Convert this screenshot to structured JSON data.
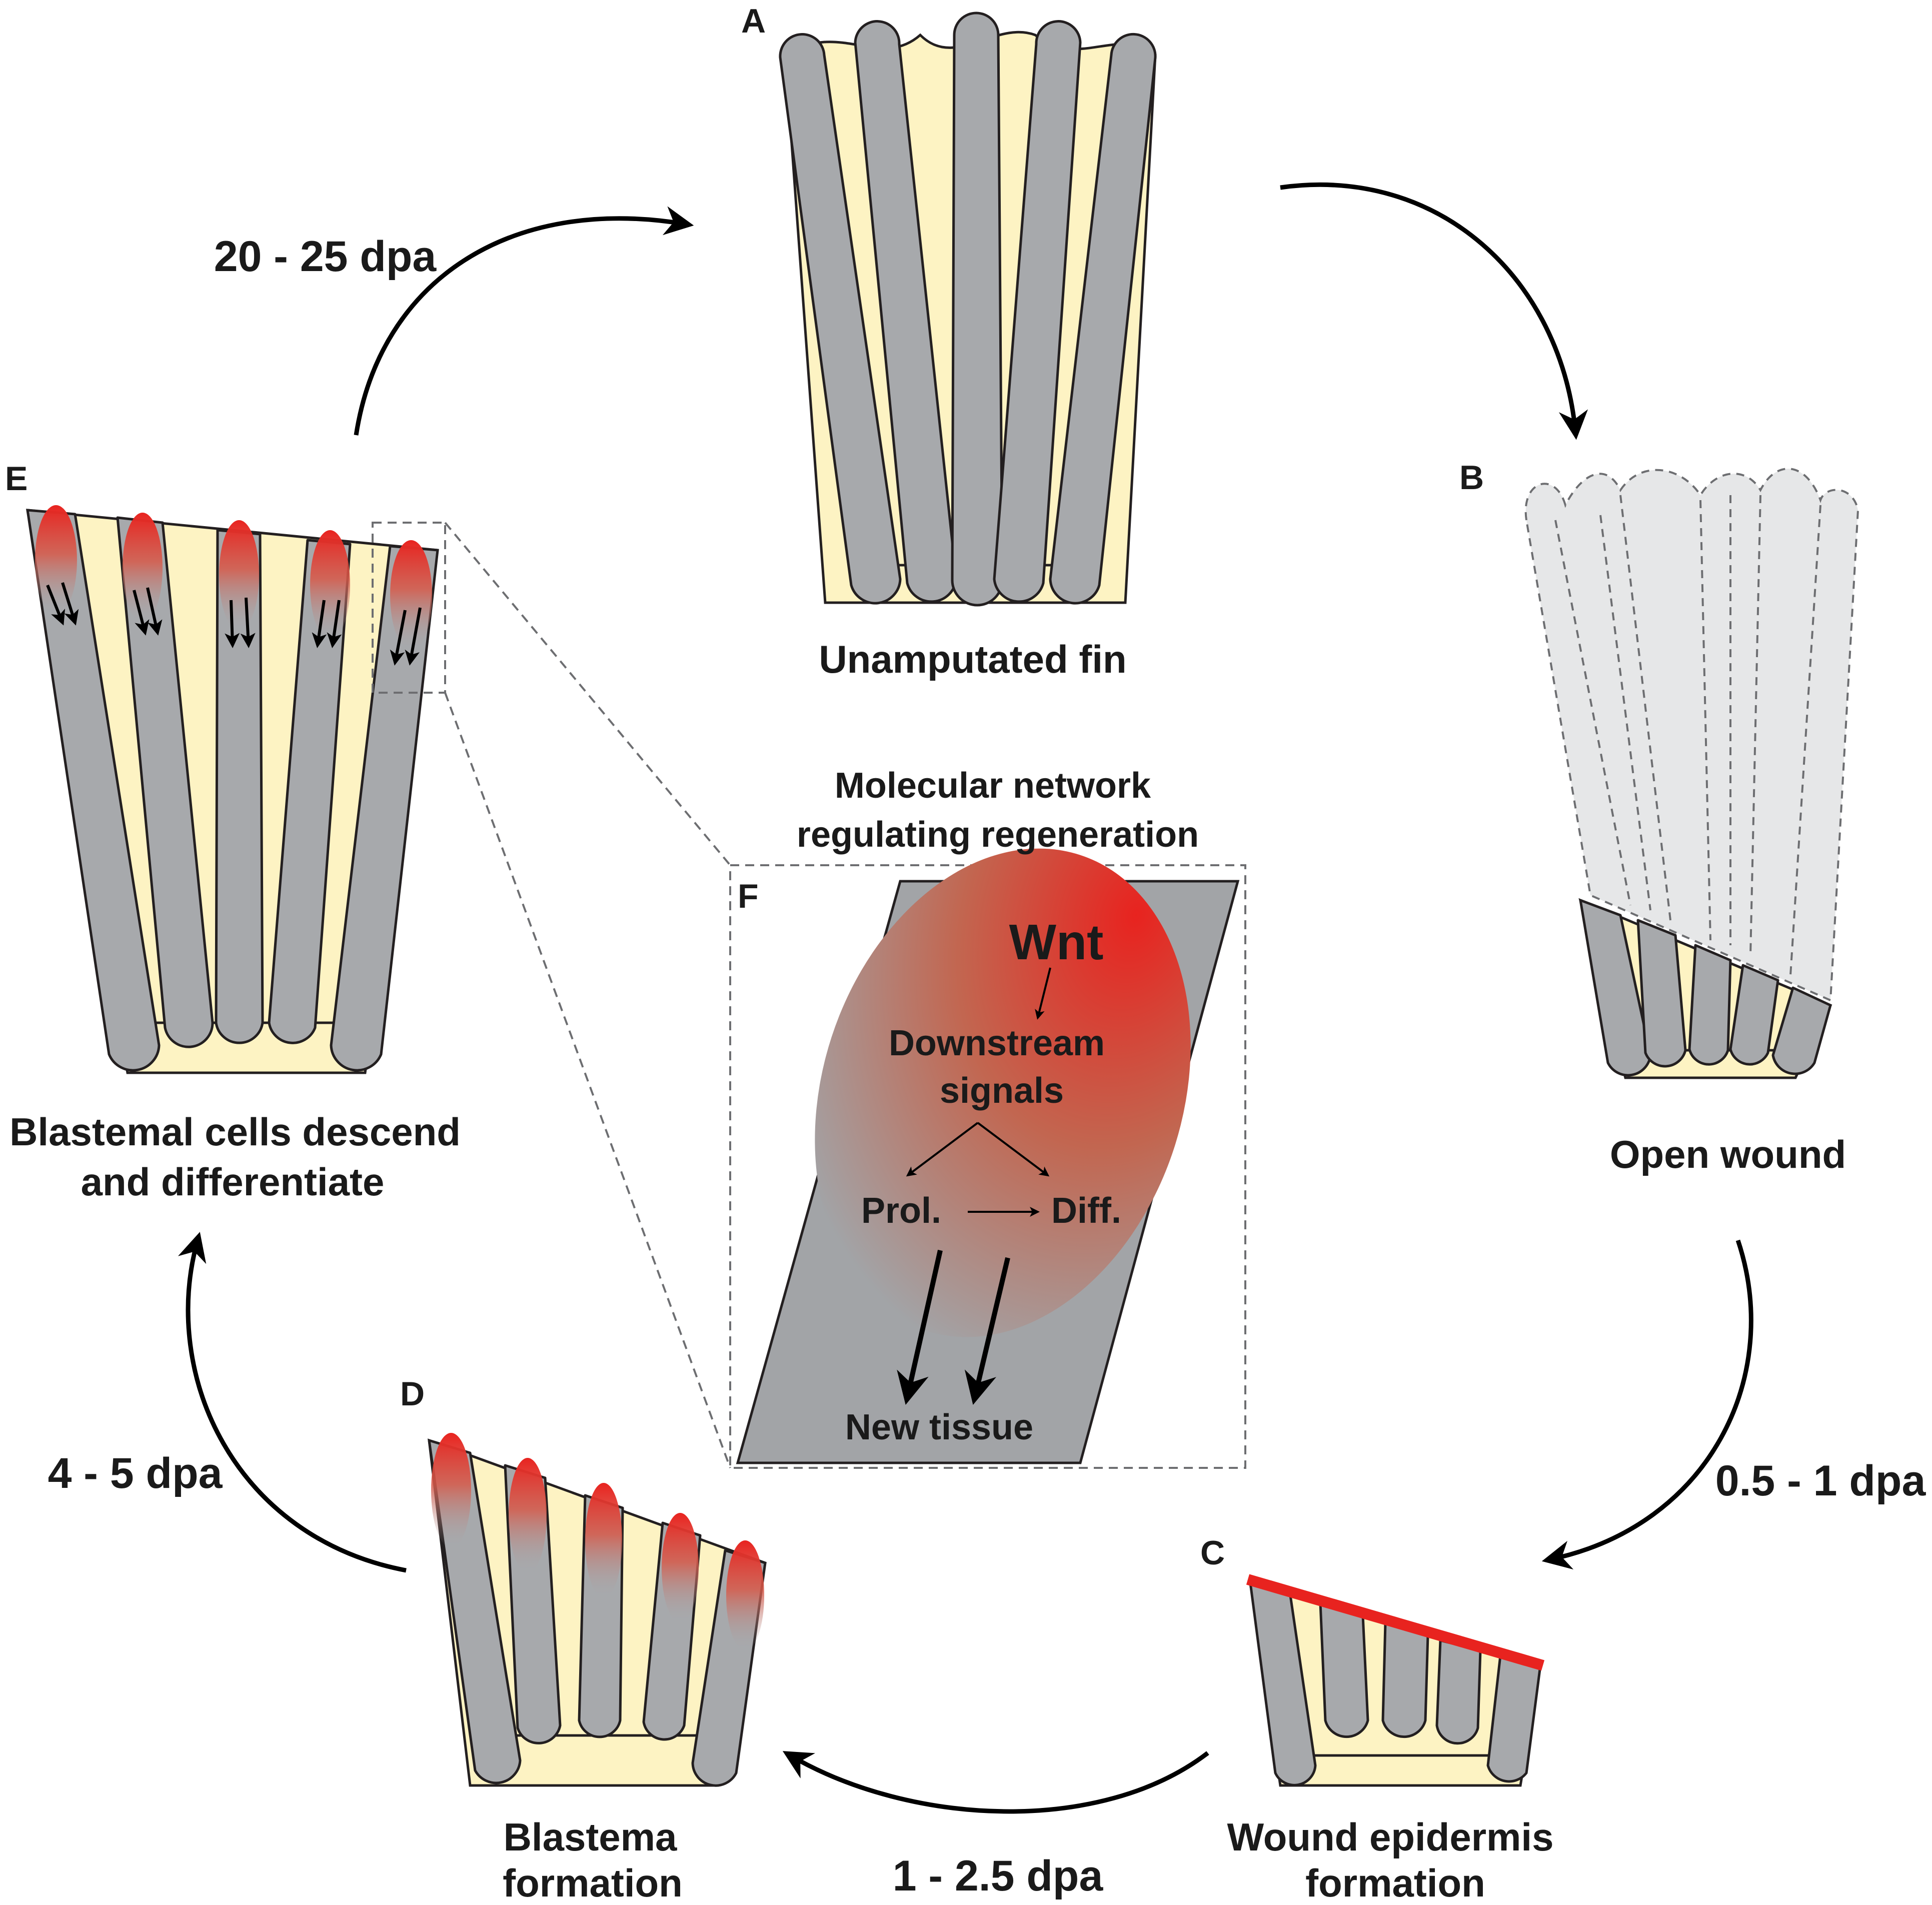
{
  "panels": {
    "a": {
      "letter": "A",
      "caption": [
        "Unamputated fin"
      ]
    },
    "b": {
      "letter": "B",
      "caption": [
        "Open wound"
      ]
    },
    "c": {
      "letter": "C",
      "caption": [
        "Wound epidermis",
        "formation"
      ]
    },
    "d": {
      "letter": "D",
      "caption": [
        "Blastema",
        "formation"
      ]
    },
    "e": {
      "letter": "E",
      "caption": [
        "Blastemal cells descend",
        "and differentiate"
      ]
    },
    "f": {
      "letter": "F",
      "title": [
        "Molecular network",
        "regulating regeneration"
      ],
      "wnt": "Wnt",
      "downstream": [
        "Downstream",
        "signals"
      ],
      "prol": "Prol.",
      "diff": "Diff.",
      "new_tissue": "New tissue"
    }
  },
  "transitions": {
    "a_to_b": "",
    "b_to_c": "0.5 - 1 dpa",
    "c_to_d": "1 - 2.5 dpa",
    "d_to_e": "4 - 5 dpa",
    "e_to_a": "20 - 25 dpa"
  },
  "colors": {
    "ray": "#a7a9ac",
    "tissue": "#fdf3c3",
    "blastema": "#e8231f",
    "amputated": "#e6e7e8",
    "outline": "#231f20",
    "panel_bg": "#a2a4a7"
  }
}
